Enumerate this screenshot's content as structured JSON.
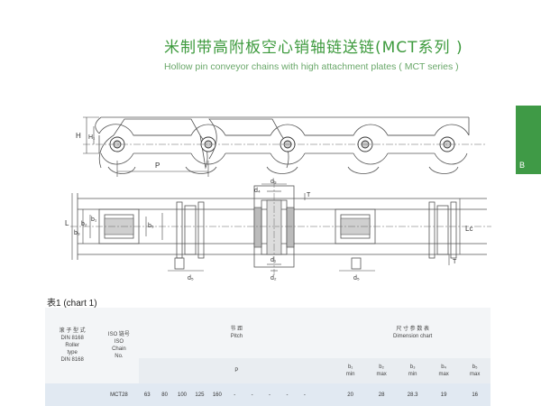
{
  "header": {
    "title_cn": "米制带高附板空心销轴链送链(MCT系列 )",
    "title_en": "Hollow pin conveyor chains with high attachment plates ( MCT series )"
  },
  "side_tab": {
    "label": "B"
  },
  "drawing": {
    "top_labels": {
      "h": "H",
      "h1": "H₁",
      "p": "P"
    },
    "bottom_labels": {
      "l": "L",
      "b3": "b₃",
      "b2": "b₂",
      "b1": "b₁",
      "b5": "b₅",
      "d5": "d₅",
      "d4": "d₄",
      "d3": "d₃",
      "t": "T",
      "d1": "d₁",
      "d2": "d₂",
      "lc": "Lc",
      "t2": "T",
      "d5b": "d₅"
    }
  },
  "chart": {
    "label": "表1 (chart 1)"
  },
  "table": {
    "col1": [
      "滚 子 型 式",
      "DIN 8168",
      "Roller",
      "type",
      "DIN 8168"
    ],
    "col2": [
      "ISO 链号",
      "ISO",
      "Chain",
      "No."
    ],
    "pitch_cn": "节 距",
    "pitch_en": "Pitch",
    "dim_cn": "尺 寸 参 数 表",
    "dim_en": "Dimension chart",
    "p_label": "P",
    "dim_cols": [
      {
        "name": "b₁",
        "sub": "min"
      },
      {
        "name": "b₂",
        "sub": "max"
      },
      {
        "name": "b₃",
        "sub": "min"
      },
      {
        "name": "b₄",
        "sub": "max"
      },
      {
        "name": "b₅",
        "sub": "max"
      }
    ],
    "row": {
      "chain": "MCT28",
      "pitches": [
        "63",
        "80",
        "100",
        "125",
        "160",
        "-",
        "-",
        "-",
        "-",
        "-"
      ],
      "dims": [
        "20",
        "28",
        "28.3",
        "19",
        "16"
      ]
    }
  }
}
